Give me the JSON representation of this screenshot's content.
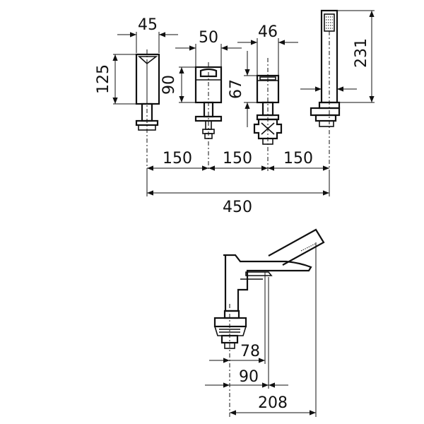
{
  "dimensions": {
    "spout_width": "45",
    "spout_height": "125",
    "handle1_width": "50",
    "handle1_height": "90",
    "handle2_width": "46",
    "handle2_height": "67",
    "shower_height": "231",
    "spacing_1": "150",
    "spacing_2": "150",
    "spacing_3": "150",
    "total_length": "450",
    "side_78": "78",
    "side_90": "90",
    "side_208": "208"
  }
}
